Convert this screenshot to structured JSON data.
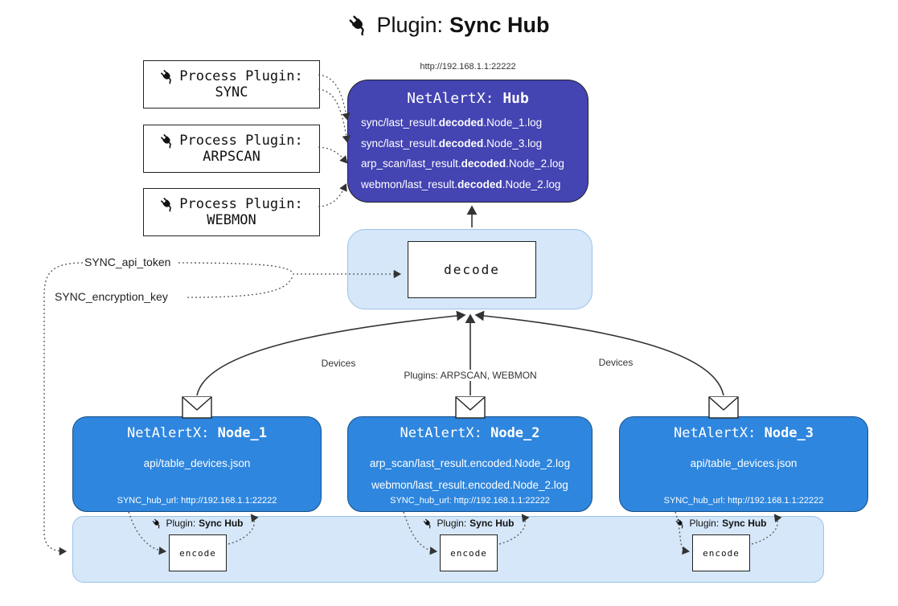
{
  "title": {
    "prefix": "Plugin:",
    "bold": "Sync Hub"
  },
  "process_plugins": [
    {
      "label": "Process Plugin:",
      "name": "SYNC"
    },
    {
      "label": "Process Plugin:",
      "name": "ARPSCAN"
    },
    {
      "label": "Process Plugin:",
      "name": "WEBMON"
    }
  ],
  "hub": {
    "url": "http://192.168.1.1:22222",
    "title_prefix": "NetAlertX:",
    "title_bold": "Hub",
    "files": [
      {
        "pre": "sync/last_result.",
        "bold": "decoded",
        "post": ".Node_1.log"
      },
      {
        "pre": "sync/last_result.",
        "bold": "decoded",
        "post": ".Node_3.log"
      },
      {
        "pre": "arp_scan/last_result.",
        "bold": "decoded",
        "post": ".Node_2.log"
      },
      {
        "pre": "webmon/last_result.",
        "bold": "decoded",
        "post": ".Node_2.log"
      }
    ]
  },
  "decode": {
    "label": "decode"
  },
  "secrets": {
    "api_token": "SYNC_api_token",
    "encryption_key": "SYNC_encryption_key"
  },
  "edge_labels": {
    "left": "Devices",
    "center": "Plugins: ARPSCAN, WEBMON",
    "right": "Devices"
  },
  "nodes": [
    {
      "title_prefix": "NetAlertX:",
      "title_bold": "Node_1",
      "files": [
        "api/table_devices.json"
      ],
      "footer": "SYNC_hub_url: http://192.168.1.1:22222"
    },
    {
      "title_prefix": "NetAlertX:",
      "title_bold": "Node_2",
      "files": [
        "arp_scan/last_result.encoded.Node_2.log",
        "webmon/last_result.encoded.Node_2.log"
      ],
      "footer": "SYNC_hub_url: http://192.168.1.1:22222"
    },
    {
      "title_prefix": "NetAlertX:",
      "title_bold": "Node_3",
      "files": [
        "api/table_devices.json"
      ],
      "footer": "SYNC_hub_url: http://192.168.1.1:22222"
    }
  ],
  "encode": {
    "label": "encode",
    "plugin_prefix": "Plugin:",
    "plugin_bold": "Sync Hub"
  },
  "icons": {
    "plug": "plug-icon",
    "mail": "envelope-icon"
  },
  "colors": {
    "hub_bg": "#4444b3",
    "node_bg": "#2e86de",
    "subgraph_bg": "#d5e7f9",
    "subgraph_border": "#9dc2e8",
    "arrow": "#333333",
    "text_light": "#ffffff",
    "text_dark": "#111111"
  }
}
